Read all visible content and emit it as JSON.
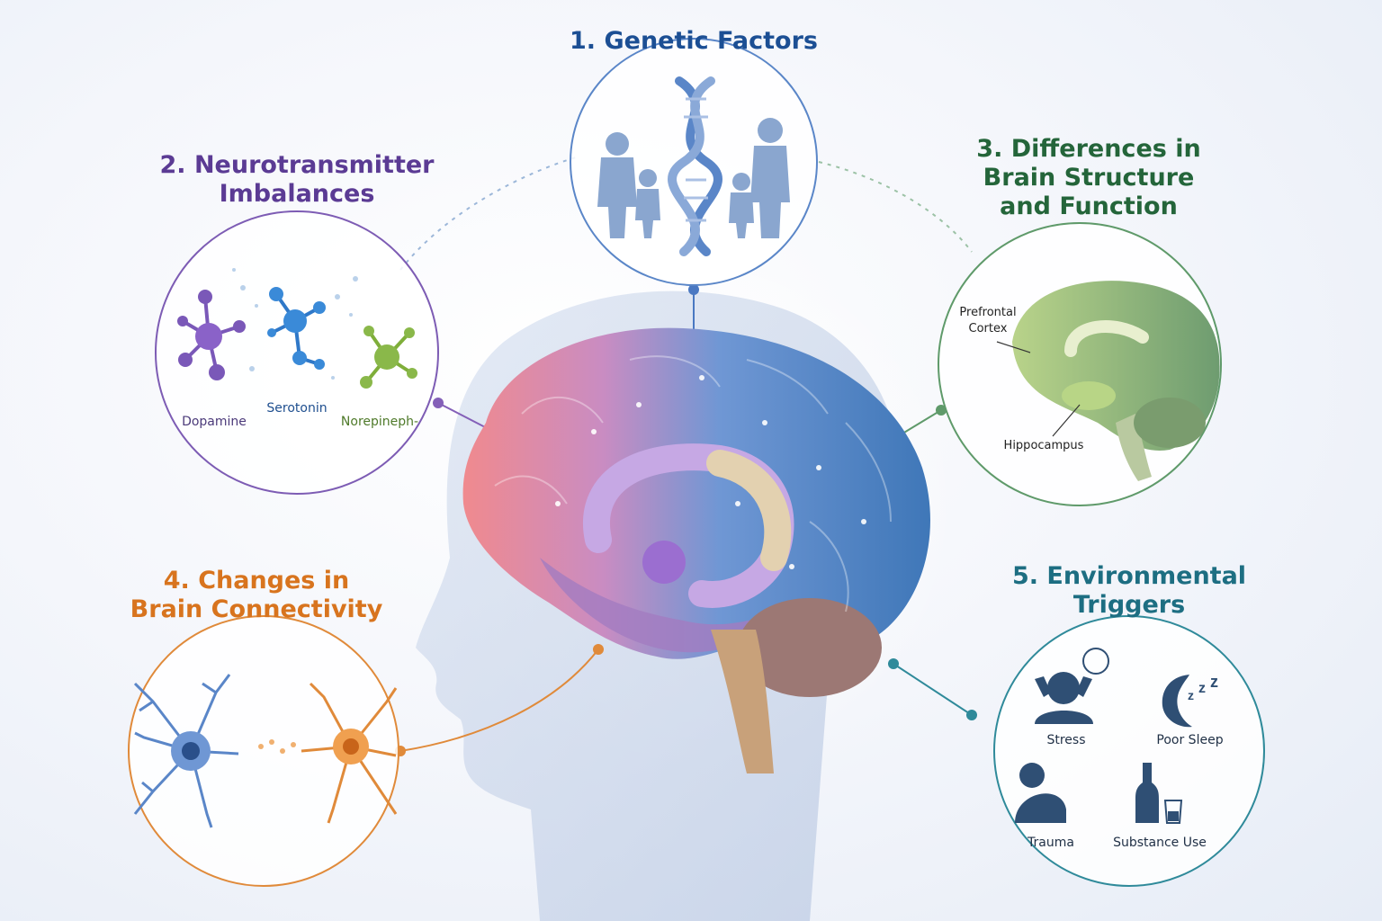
{
  "sections": [
    {
      "number": "1.",
      "title_lines": [
        "Genetic Factors"
      ],
      "color": "#1c4f94"
    },
    {
      "number": "2.",
      "title_lines": [
        "Neurotransmitter",
        "Imbalances"
      ],
      "color": "#5b3b94",
      "labels": [
        "Dopamine",
        "Serotonin",
        "Norepineph-"
      ]
    },
    {
      "number": "3.",
      "title_lines": [
        "Differences in",
        "Brain Structure",
        "and Function"
      ],
      "color": "#24653a",
      "labels": [
        "Prefrontal",
        "Cortex",
        "Hippocampus"
      ]
    },
    {
      "number": "4.",
      "title_lines": [
        "Changes in",
        "Brain Connectivity"
      ],
      "color": "#d8741e"
    },
    {
      "number": "5.",
      "title_lines": [
        "Environmental",
        "Triggers"
      ],
      "color": "#1d6e82",
      "labels": [
        "Stress",
        "Poor Sleep",
        "Trauma",
        "Substance Use"
      ]
    }
  ],
  "icons": {
    "genetics": "dna-family-icon",
    "neuro": "molecule-icon",
    "structure": "brain-cross-section-icon",
    "connectivity": "neuron-icon",
    "stress": "stress-person-icon",
    "sleep": "moon-zzz-icon",
    "trauma": "sitting-person-icon",
    "substance": "bottle-glass-icon"
  }
}
